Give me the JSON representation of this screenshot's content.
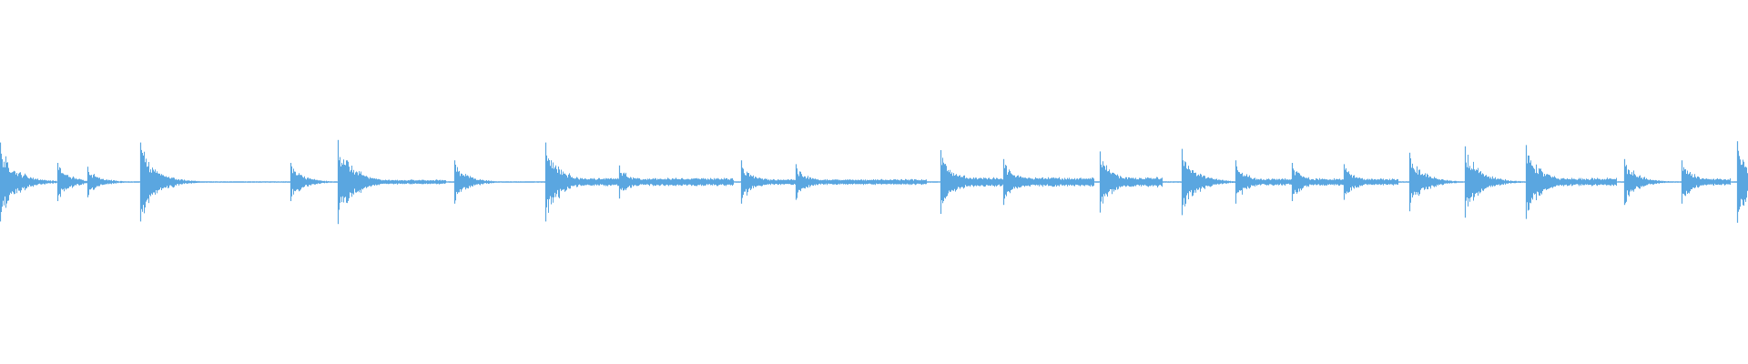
{
  "waveform": {
    "color": "#5aa6e0",
    "background": "#ffffff",
    "type": "audio-waveform",
    "amplitude_range": [
      -1,
      1
    ],
    "onsets": [
      {
        "t": 0.0,
        "amp": 0.62
      },
      {
        "t": 0.033,
        "amp": 0.3
      },
      {
        "t": 0.05,
        "amp": 0.24
      },
      {
        "t": 0.08,
        "amp": 0.62
      },
      {
        "t": 0.166,
        "amp": 0.3
      },
      {
        "t": 0.193,
        "amp": 0.66
      },
      {
        "t": 0.26,
        "amp": 0.34
      },
      {
        "t": 0.312,
        "amp": 0.62
      },
      {
        "t": 0.354,
        "amp": 0.26
      },
      {
        "t": 0.424,
        "amp": 0.34
      },
      {
        "t": 0.455,
        "amp": 0.28
      },
      {
        "t": 0.538,
        "amp": 0.5
      },
      {
        "t": 0.574,
        "amp": 0.36
      },
      {
        "t": 0.629,
        "amp": 0.48
      },
      {
        "t": 0.676,
        "amp": 0.52
      },
      {
        "t": 0.707,
        "amp": 0.34
      },
      {
        "t": 0.739,
        "amp": 0.3
      },
      {
        "t": 0.769,
        "amp": 0.28
      },
      {
        "t": 0.806,
        "amp": 0.46
      },
      {
        "t": 0.838,
        "amp": 0.56
      },
      {
        "t": 0.873,
        "amp": 0.58
      },
      {
        "t": 0.929,
        "amp": 0.36
      },
      {
        "t": 0.962,
        "amp": 0.34
      },
      {
        "t": 0.994,
        "amp": 0.64
      }
    ],
    "sustain_segments": [
      {
        "from": 0.08,
        "to": 0.1,
        "amp": 0.1
      },
      {
        "from": 0.193,
        "to": 0.255,
        "amp": 0.04
      },
      {
        "from": 0.312,
        "to": 0.42,
        "amp": 0.07
      },
      {
        "from": 0.424,
        "to": 0.53,
        "amp": 0.05
      },
      {
        "from": 0.538,
        "to": 0.626,
        "amp": 0.08
      },
      {
        "from": 0.629,
        "to": 0.665,
        "amp": 0.09
      },
      {
        "from": 0.707,
        "to": 0.8,
        "amp": 0.06
      },
      {
        "from": 0.873,
        "to": 0.925,
        "amp": 0.07
      },
      {
        "from": 0.962,
        "to": 0.99,
        "amp": 0.06
      }
    ]
  }
}
